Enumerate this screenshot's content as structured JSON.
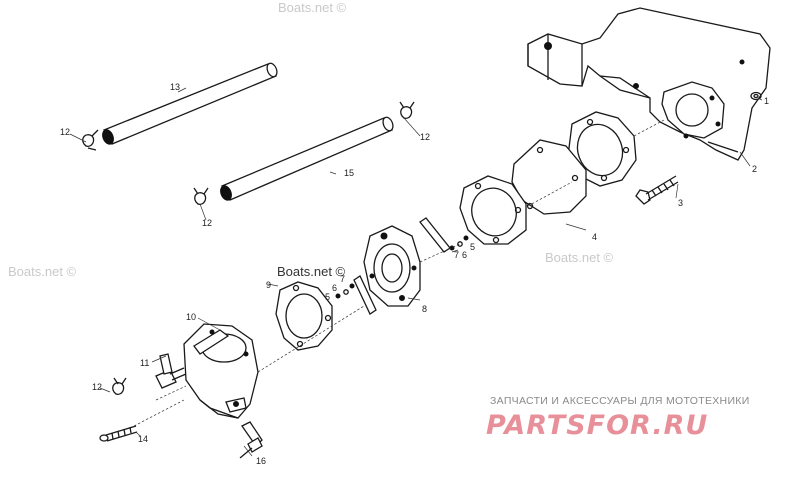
{
  "watermarks": {
    "top": "Boats.net ©",
    "left": "Boats.net ©",
    "right": "Boats.net ©",
    "center": "Boats.net ©"
  },
  "brand": {
    "subtitle": "ЗАПЧАСТИ И АКСЕССУАРЫ ДЛЯ МОТОТЕХНИКИ",
    "logo_text": "PARTSFOR.RU",
    "logo_color": "#e8909a"
  },
  "callouts": [
    {
      "id": "c1",
      "label": "1"
    },
    {
      "id": "c2",
      "label": "2"
    },
    {
      "id": "c3",
      "label": "3"
    },
    {
      "id": "c4",
      "label": "4"
    },
    {
      "id": "c5a",
      "label": "5"
    },
    {
      "id": "c6a",
      "label": "6"
    },
    {
      "id": "c7a",
      "label": "7"
    },
    {
      "id": "c5b",
      "label": "5"
    },
    {
      "id": "c6b",
      "label": "6"
    },
    {
      "id": "c7b",
      "label": "7"
    },
    {
      "id": "c8",
      "label": "8"
    },
    {
      "id": "c9",
      "label": "9"
    },
    {
      "id": "c10",
      "label": "10"
    },
    {
      "id": "c11",
      "label": "11"
    },
    {
      "id": "c12a",
      "label": "12"
    },
    {
      "id": "c12b",
      "label": "12"
    },
    {
      "id": "c12c",
      "label": "12"
    },
    {
      "id": "c12d",
      "label": "12"
    },
    {
      "id": "c13",
      "label": "13"
    },
    {
      "id": "c14",
      "label": "14"
    },
    {
      "id": "c15",
      "label": "15"
    },
    {
      "id": "c16",
      "label": "16"
    }
  ]
}
